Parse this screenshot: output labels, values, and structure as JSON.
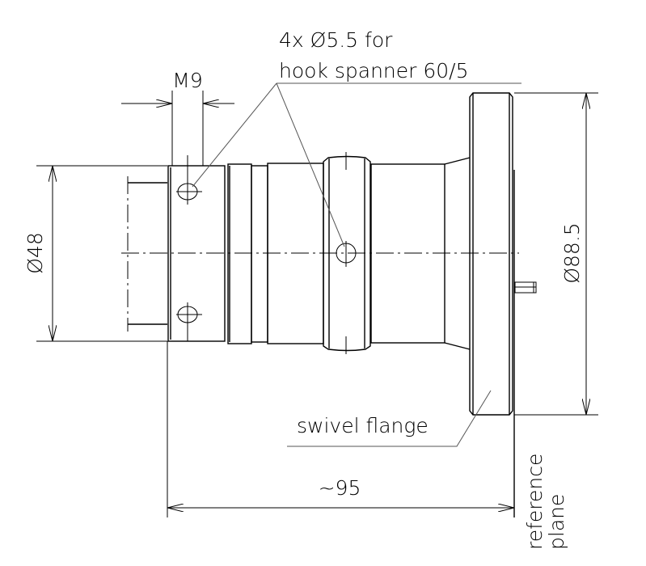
{
  "annotations": {
    "hole_note_line1": "4x Ø5.5 for",
    "hole_note_line2": "hook spanner 60/5",
    "thread": "M9",
    "diameter_body": "Ø48",
    "diameter_flange": "Ø88.5",
    "flange_label": "swivel flange",
    "length": "~95",
    "reference_line1": "reference",
    "reference_line2": "plane"
  },
  "colors": {
    "line": "#000000",
    "leader": "#555555"
  }
}
